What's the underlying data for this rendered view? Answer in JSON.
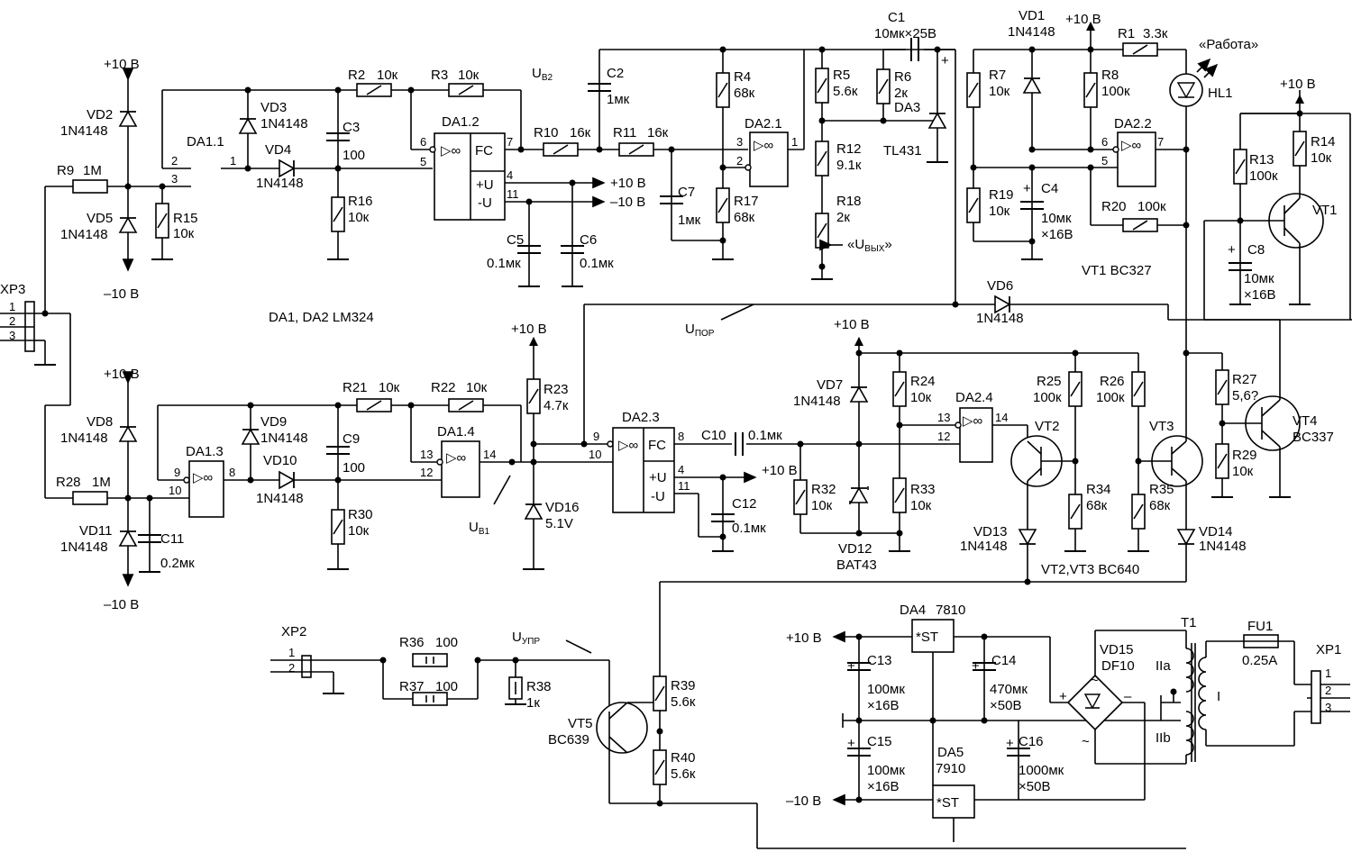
{
  "power": {
    "p10": "+10 В",
    "m10": "–10 В"
  },
  "chips_note": "DA1, DA2  LM324",
  "transistors": {
    "vt1_note": "VT1  BC327",
    "vt23_note": "VT2,VT3  BC640"
  },
  "op_amps": {
    "da11": "DA1.1",
    "da12": "DA1.2",
    "da13": "DA1.3",
    "da14": "DA1.4",
    "da21": "DA2.1",
    "da22": "DA2.2",
    "da23": "DA2.3",
    "da24": "DA2.4",
    "fc": "FC",
    "sym": "▷∞",
    "plus_u": "+U",
    "minus_u": "-U"
  },
  "pins": {
    "p1": "1",
    "p2": "2",
    "p3": "3",
    "p4": "4",
    "p5": "5",
    "p6": "6",
    "p7": "7",
    "p8": "8",
    "p9": "9",
    "p10": "10",
    "p11": "11",
    "p12": "12",
    "p13": "13",
    "p14": "14"
  },
  "resistors": {
    "r1": "R1",
    "r1v": "3.3к",
    "r2": "R2",
    "r2v": "10к",
    "r3": "R3",
    "r3v": "10к",
    "r4": "R4",
    "r4v": "68к",
    "r5": "R5",
    "r5v": "5.6к",
    "r6": "R6",
    "r6v": "2к",
    "r7": "R7",
    "r7v": "10к",
    "r8": "R8",
    "r8v": "100к",
    "r9": "R9",
    "r9v": "1М",
    "r10": "R10",
    "r10v": "16к",
    "r11": "R11",
    "r11v": "16к",
    "r12": "R12",
    "r12v": "9.1к",
    "r13": "R13",
    "r13v": "100к",
    "r14": "R14",
    "r14v": "10к",
    "r15": "R15",
    "r15v": "10к",
    "r16": "R16",
    "r16v": "10к",
    "r17": "R17",
    "r17v": "68к",
    "r18": "R18",
    "r18v": "2к",
    "r19": "R19",
    "r19v": "10к",
    "r20": "R20",
    "r20v": "100к",
    "r21": "R21",
    "r21v": "10к",
    "r22": "R22",
    "r22v": "10к",
    "r23": "R23",
    "r23v": "4.7к",
    "r24": "R24",
    "r24v": "10к",
    "r25": "R25",
    "r25v": "100к",
    "r26": "R26",
    "r26v": "100к",
    "r27": "R27",
    "r27v": "5,6?",
    "r28": "R28",
    "r28v": "1М",
    "r29": "R29",
    "r29v": "10к",
    "r30": "R30",
    "r30v": "10к",
    "r32": "R32",
    "r32v": "10к",
    "r33": "R33",
    "r33v": "10к",
    "r34": "R34",
    "r34v": "68к",
    "r35": "R35",
    "r35v": "68к",
    "r36": "R36",
    "r36v": "100",
    "r37": "R37",
    "r37v": "100",
    "r38": "R38",
    "r38v": "1к",
    "r39": "R39",
    "r39v": "5.6к",
    "r40": "R40",
    "r40v": "5.6к"
  },
  "capacitors": {
    "c1": "C1",
    "c1v": "10мк×25В",
    "c2": "C2",
    "c2v": "1мк",
    "c3": "C3",
    "c3v": "100",
    "c4": "C4",
    "c4v1": "10мк",
    "c4v2": "×16В",
    "c5": "C5",
    "c5v": "0.1мк",
    "c6": "C6",
    "c6v": "0.1мк",
    "c7": "C7",
    "c7v": "1мк",
    "c8": "C8",
    "c8v1": "10мк",
    "c8v2": "×16В",
    "c9": "C9",
    "c9v": "100",
    "c10": "C10",
    "c10v": "0.1мк",
    "c11": "C11",
    "c11v": "0.2мк",
    "c12": "C12",
    "c12v": "0.1мк",
    "c13": "C13",
    "c13v1": "100мк",
    "c13v2": "×16В",
    "c14": "C14",
    "c14v1": "470мк",
    "c14v2": "×50В",
    "c15": "C15",
    "c15v1": "100мк",
    "c15v2": "×16В",
    "c16": "C16",
    "c16v1": "1000мк",
    "c16v2": "×50В"
  },
  "diodes": {
    "vd1": "VD1",
    "vd2": "VD2",
    "vd3": "VD3",
    "vd4": "VD4",
    "vd5": "VD5",
    "vd6": "VD6",
    "vd7": "VD7",
    "vd8": "VD8",
    "vd9": "VD9",
    "vd10": "VD10",
    "vd11": "VD11",
    "vd12": "VD12",
    "vd13": "VD13",
    "vd14": "VD14",
    "vd15": "VD15",
    "vd16": "VD16",
    "t1n4148": "1N4148",
    "bat43": "BAT43",
    "df10": "DF10",
    "v51": "5.1V"
  },
  "misc": {
    "da3": "DA3",
    "tl431": "TL431",
    "hl1": "HL1",
    "rabota": "«Работа»",
    "vt1": "VT1",
    "vt2": "VT2",
    "vt3": "VT3",
    "vt4": "VT4",
    "vt5": "VT5",
    "bc337": "BC337",
    "bc639": "BC639",
    "da4": "DA4",
    "da4v": "7810",
    "da5": "DA5",
    "da5v": "7910",
    "st": "*ST",
    "xp1": "XP1",
    "xp2": "XP2",
    "xp3": "XP3",
    "t1": "T1",
    "fu1": "FU1",
    "fu1v": "0.25A",
    "wI": "I",
    "wIIa": "IIa",
    "wIIb": "IIb",
    "uout": "«U",
    "uout_sub": "ВЫХ",
    "uout_close": "»",
    "u": "U",
    "s_b2": "B2",
    "s_b1": "B1",
    "s_por": "ПОР",
    "s_upr": "УПР",
    "plus": "+",
    "minus": "–",
    "tilde": "~",
    "c1": "1",
    "c2": "2",
    "c3": "3"
  }
}
